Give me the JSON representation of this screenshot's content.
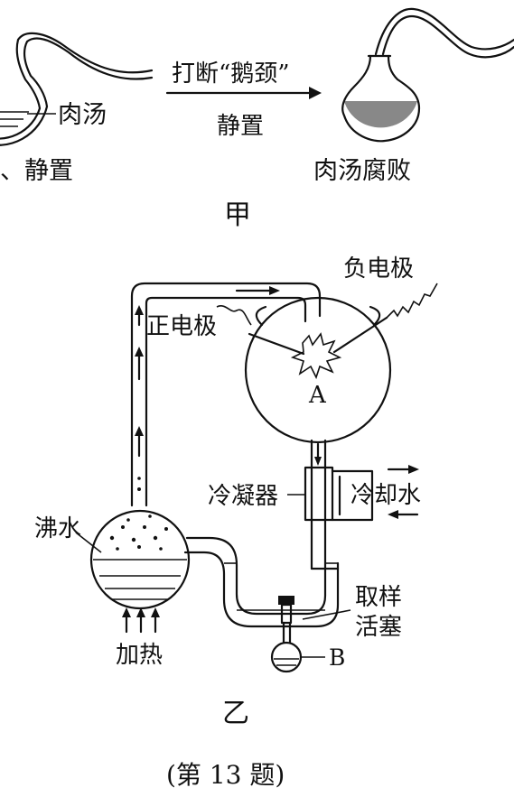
{
  "figure_jia": {
    "labels": {
      "broth": "肉汤",
      "left_caption": "、静置",
      "arrow_top": "打断“鹅颈”",
      "arrow_bottom": "静置",
      "right_caption": "肉汤腐败"
    },
    "caption": "甲"
  },
  "figure_yi": {
    "labels": {
      "negative_electrode": "负电极",
      "positive_electrode": "正电极",
      "flask_a": "A",
      "condenser": "冷凝器",
      "cooling_water": "冷却水",
      "boiling_water": "沸水",
      "heating": "加热",
      "sampling_valve_line1": "取样",
      "sampling_valve_line2": "活塞",
      "flask_b": "B"
    },
    "caption": "乙"
  },
  "question_label": "(第 13 题)"
}
